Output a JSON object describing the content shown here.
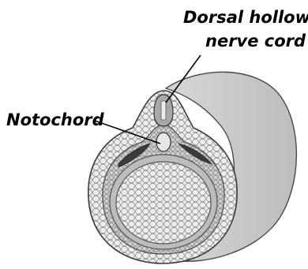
{
  "labels": {
    "notochord": "Notochord",
    "nerve_cord_line1": "Dorsal hollow",
    "nerve_cord_line2": "nerve cord"
  }
}
